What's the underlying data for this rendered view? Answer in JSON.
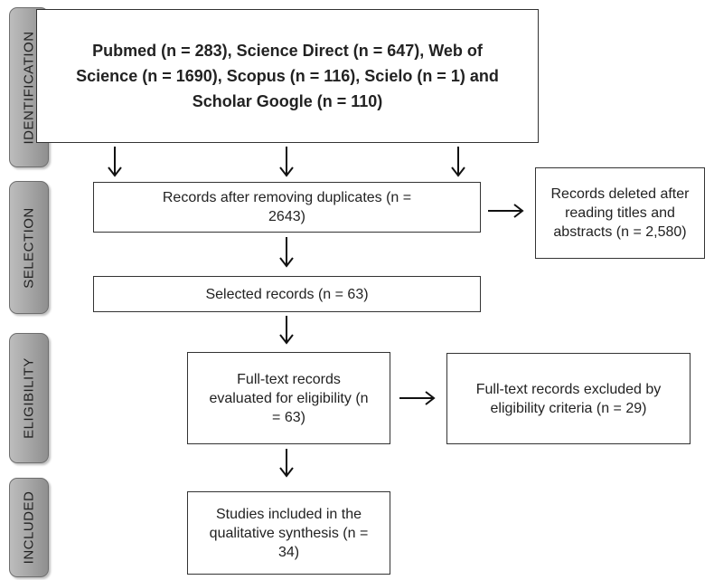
{
  "stages": {
    "identification": "IDENTIFICATION",
    "selection": "SELECTION",
    "eligibility": "ELIGIBILITY",
    "included": "INCLUDED"
  },
  "boxes": {
    "sources": "Pubmed (n = 283), Science Direct (n = 647), Web of Science (n = 1690), Scopus (n = 116), Scielo (n = 1) and Scholar Google (n = 110)",
    "duplicates_removed": "Records after removing duplicates (n = 2643)",
    "deleted_after_titles": "Records deleted after reading titles and abstracts (n = 2,580)",
    "selected": "Selected records (n = 63)",
    "fulltext_evaluated": "Full-text records evaluated for eligibility (n = 63)",
    "fulltext_excluded": "Full-text records excluded by eligibility criteria (n = 29)",
    "included": "Studies included in the qualitative synthesis (n = 34)"
  }
}
